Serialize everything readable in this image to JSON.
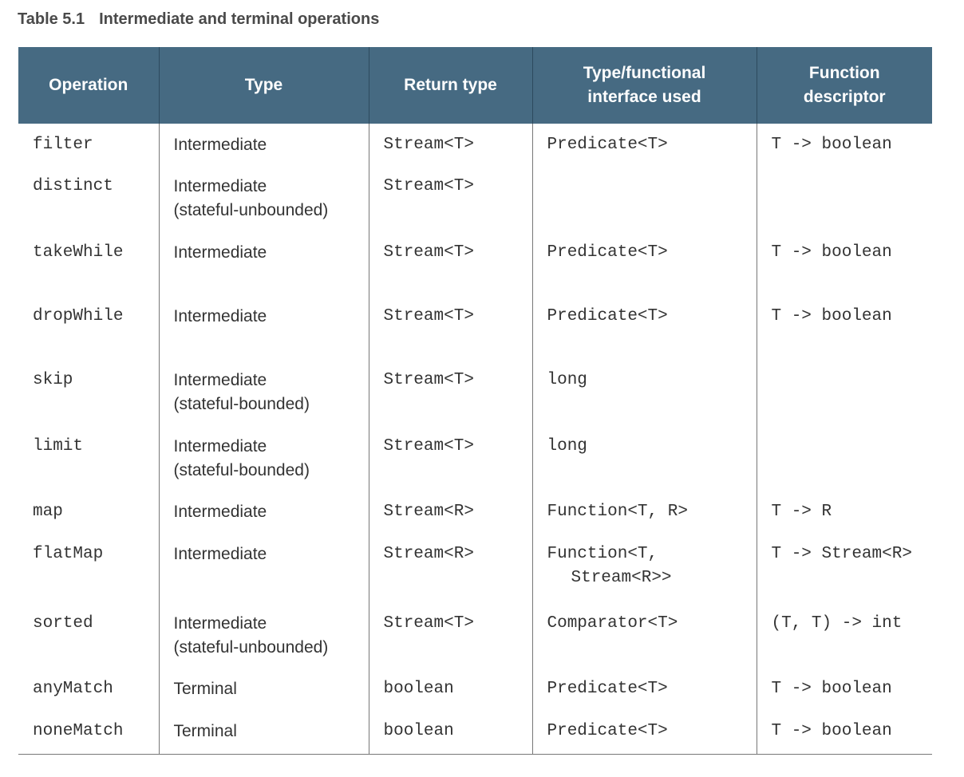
{
  "caption": {
    "number": "Table 5.1",
    "title": "Intermediate and terminal operations"
  },
  "headers": {
    "operation": "Operation",
    "type": "Type",
    "return_type": "Return type",
    "interface_line1": "Type/functional",
    "interface_line2": "interface used",
    "descriptor_line1": "Function",
    "descriptor_line2": "descriptor"
  },
  "rows": [
    {
      "operation": "filter",
      "type": "Intermediate",
      "type_note": "",
      "return_type": "Stream<T>",
      "interface": "Predicate<T>",
      "interface_cont": "",
      "descriptor": "T -> boolean"
    },
    {
      "operation": "distinct",
      "type": "Intermediate",
      "type_note": "(stateful-unbounded)",
      "return_type": "Stream<T>",
      "interface": "",
      "interface_cont": "",
      "descriptor": ""
    },
    {
      "operation": "takeWhile",
      "type": "Intermediate",
      "type_note": "",
      "return_type": "Stream<T>",
      "interface": "Predicate<T>",
      "interface_cont": "",
      "descriptor": "T -> boolean"
    },
    {
      "operation": "dropWhile",
      "type": "Intermediate",
      "type_note": "",
      "return_type": "Stream<T>",
      "interface": "Predicate<T>",
      "interface_cont": "",
      "descriptor": "T -> boolean"
    },
    {
      "operation": "skip",
      "type": "Intermediate",
      "type_note": "(stateful-bounded)",
      "return_type": "Stream<T>",
      "interface": "long",
      "interface_cont": "",
      "descriptor": ""
    },
    {
      "operation": "limit",
      "type": "Intermediate",
      "type_note": "(stateful-bounded)",
      "return_type": "Stream<T>",
      "interface": "long",
      "interface_cont": "",
      "descriptor": ""
    },
    {
      "operation": "map",
      "type": "Intermediate",
      "type_note": "",
      "return_type": "Stream<R>",
      "interface": "Function<T, R>",
      "interface_cont": "",
      "descriptor": "T -> R"
    },
    {
      "operation": "flatMap",
      "type": "Intermediate",
      "type_note": "",
      "return_type": "Stream<R>",
      "interface": "Function<T,",
      "interface_cont": "Stream<R>>",
      "descriptor": "T -> Stream<R>"
    },
    {
      "operation": "sorted",
      "type": "Intermediate",
      "type_note": "(stateful-unbounded)",
      "return_type": "Stream<T>",
      "interface": "Comparator<T>",
      "interface_cont": "",
      "descriptor": "(T, T) -> int"
    },
    {
      "operation": "anyMatch",
      "type": "Terminal",
      "type_note": "",
      "return_type": "boolean",
      "interface": "Predicate<T>",
      "interface_cont": "",
      "descriptor": "T -> boolean"
    },
    {
      "operation": "noneMatch",
      "type": "Terminal",
      "type_note": "",
      "return_type": "boolean",
      "interface": "Predicate<T>",
      "interface_cont": "",
      "descriptor": "T -> boolean"
    }
  ]
}
